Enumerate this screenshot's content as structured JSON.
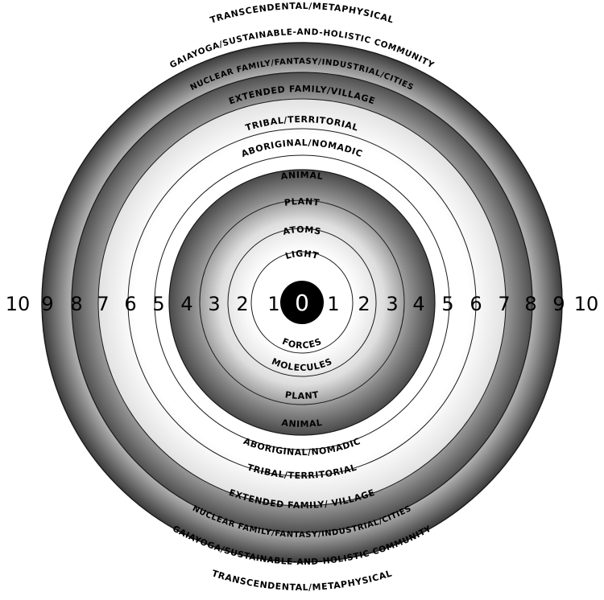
{
  "center_number": "0",
  "numbers_left": [
    "10",
    "9",
    "8",
    "7",
    "6",
    "5",
    "4",
    "3",
    "2",
    "1"
  ],
  "numbers_right": [
    "1",
    "2",
    "3",
    "4",
    "5",
    "6",
    "7",
    "8",
    "9",
    "10"
  ],
  "labels_top": {
    "light": "LIGHT",
    "atoms": "ATOMS",
    "plant": "PLANT",
    "animal": "ANIMAL",
    "aboriginal": "ABORIGINAL/NOMADIC",
    "tribal": "TRIBAL/TERRITORIAL",
    "extended": "EXTENDED FAMILY/VILLAGE",
    "nuclear": "NUCLEAR FAMILY/FANTASY/INDUSTRIAL/CITIES",
    "gaiayoga": "GAIAYOGA/SUSTAINABLE-AND-HOLISTIC COMMUNITY",
    "transcendental": "TRANSCENDENTAL/METAPHYSICAL"
  },
  "labels_bottom": {
    "forces": "FORCES",
    "molecules": "MOLECULES",
    "plant": "PLANT",
    "animal": "ANIMAL",
    "aboriginal": "ABORIGINAL/NOMADIC",
    "tribal": "TRIBAL/TERRITORIAL",
    "extended": "EXTENDED FAMILY/ VILLAGE",
    "nuclear": "NUCLEAR FAMILY/FANTASY/INDUSTRIAL/CITIES",
    "gaiayoga": "GAIAYOGA/SUSTAINABLE-AND-HOLISTIC COMMUNITY",
    "transcendental": "TRANSCENDENTAL/METAPHYSICAL"
  },
  "colors": {
    "dark": "#4a4a4a",
    "light": "#ffffff",
    "line": "#1a1a1a",
    "center": "#000000"
  }
}
